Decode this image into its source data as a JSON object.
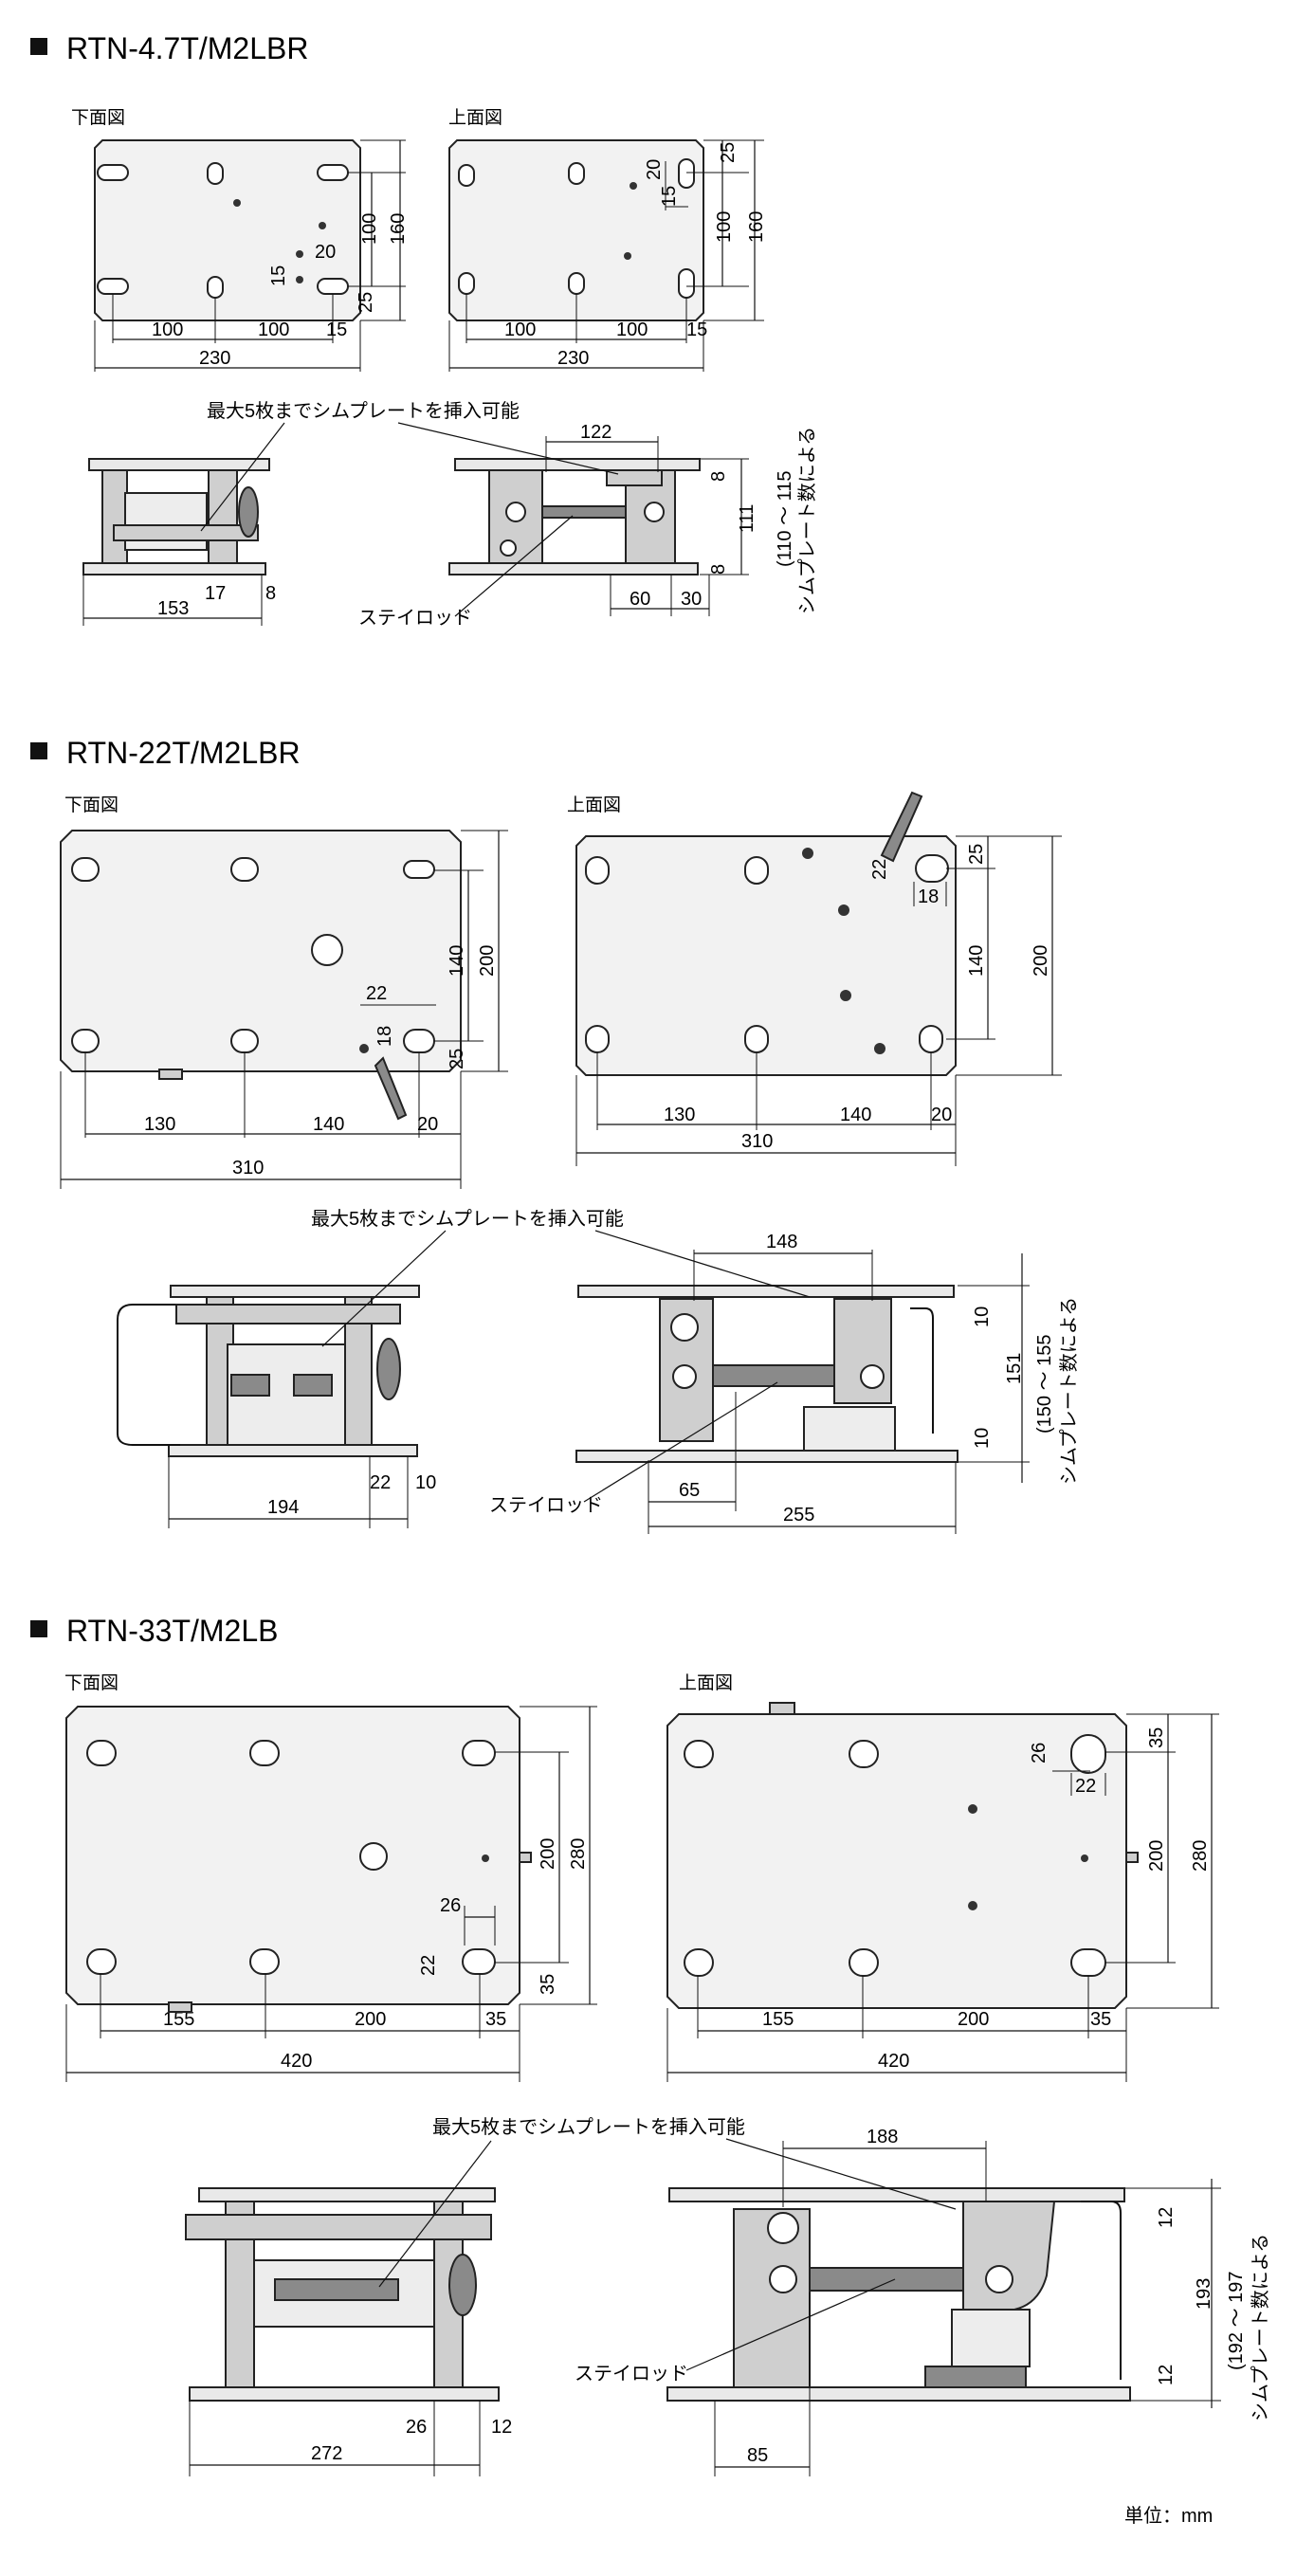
{
  "views": {
    "bottom": "下面図",
    "top": "上面図"
  },
  "notes": {
    "shim_insert": "最大5枚までシムプレートを挿入可能",
    "stay_rod": "ステイロッド",
    "shim_count": "シムプレート数による",
    "unit": "単位：mm"
  },
  "sections": [
    {
      "title": "RTN-4.7T/M2LBR",
      "bottom_dims": [
        "100",
        "100",
        "230",
        "15",
        "15",
        "20",
        "25",
        "100",
        "160"
      ],
      "top_dims": [
        "100",
        "100",
        "230",
        "15",
        "20",
        "15",
        "25",
        "100",
        "160"
      ],
      "side_left_dims": [
        "153",
        "17",
        "8"
      ],
      "side_right_dims": [
        "122",
        "60",
        "30",
        "8",
        "111",
        "8",
        "(110 ～ 115"
      ]
    },
    {
      "title": "RTN-22T/M2LBR",
      "bottom_dims": [
        "130",
        "140",
        "20",
        "310",
        "22",
        "18",
        "140",
        "200",
        "25"
      ],
      "top_dims": [
        "130",
        "140",
        "20",
        "310",
        "22",
        "18",
        "25",
        "140",
        "200"
      ],
      "side_left_dims": [
        "194",
        "22",
        "10"
      ],
      "side_right_dims": [
        "148",
        "65",
        "255",
        "10",
        "151",
        "10",
        "(150 ～ 155"
      ]
    },
    {
      "title": "RTN-33T/M2LB",
      "bottom_dims": [
        "155",
        "200",
        "35",
        "420",
        "26",
        "22",
        "200",
        "280",
        "35"
      ],
      "top_dims": [
        "155",
        "200",
        "35",
        "420",
        "26",
        "22",
        "35",
        "200",
        "280"
      ],
      "side_left_dims": [
        "272",
        "26",
        "12"
      ],
      "side_right_dims": [
        "188",
        "85",
        "12",
        "193",
        "12",
        "(192 ～ 197"
      ]
    }
  ],
  "colors": {
    "line": "#111111",
    "plate": "#f2f2f2",
    "part": "#cfcfcf"
  }
}
